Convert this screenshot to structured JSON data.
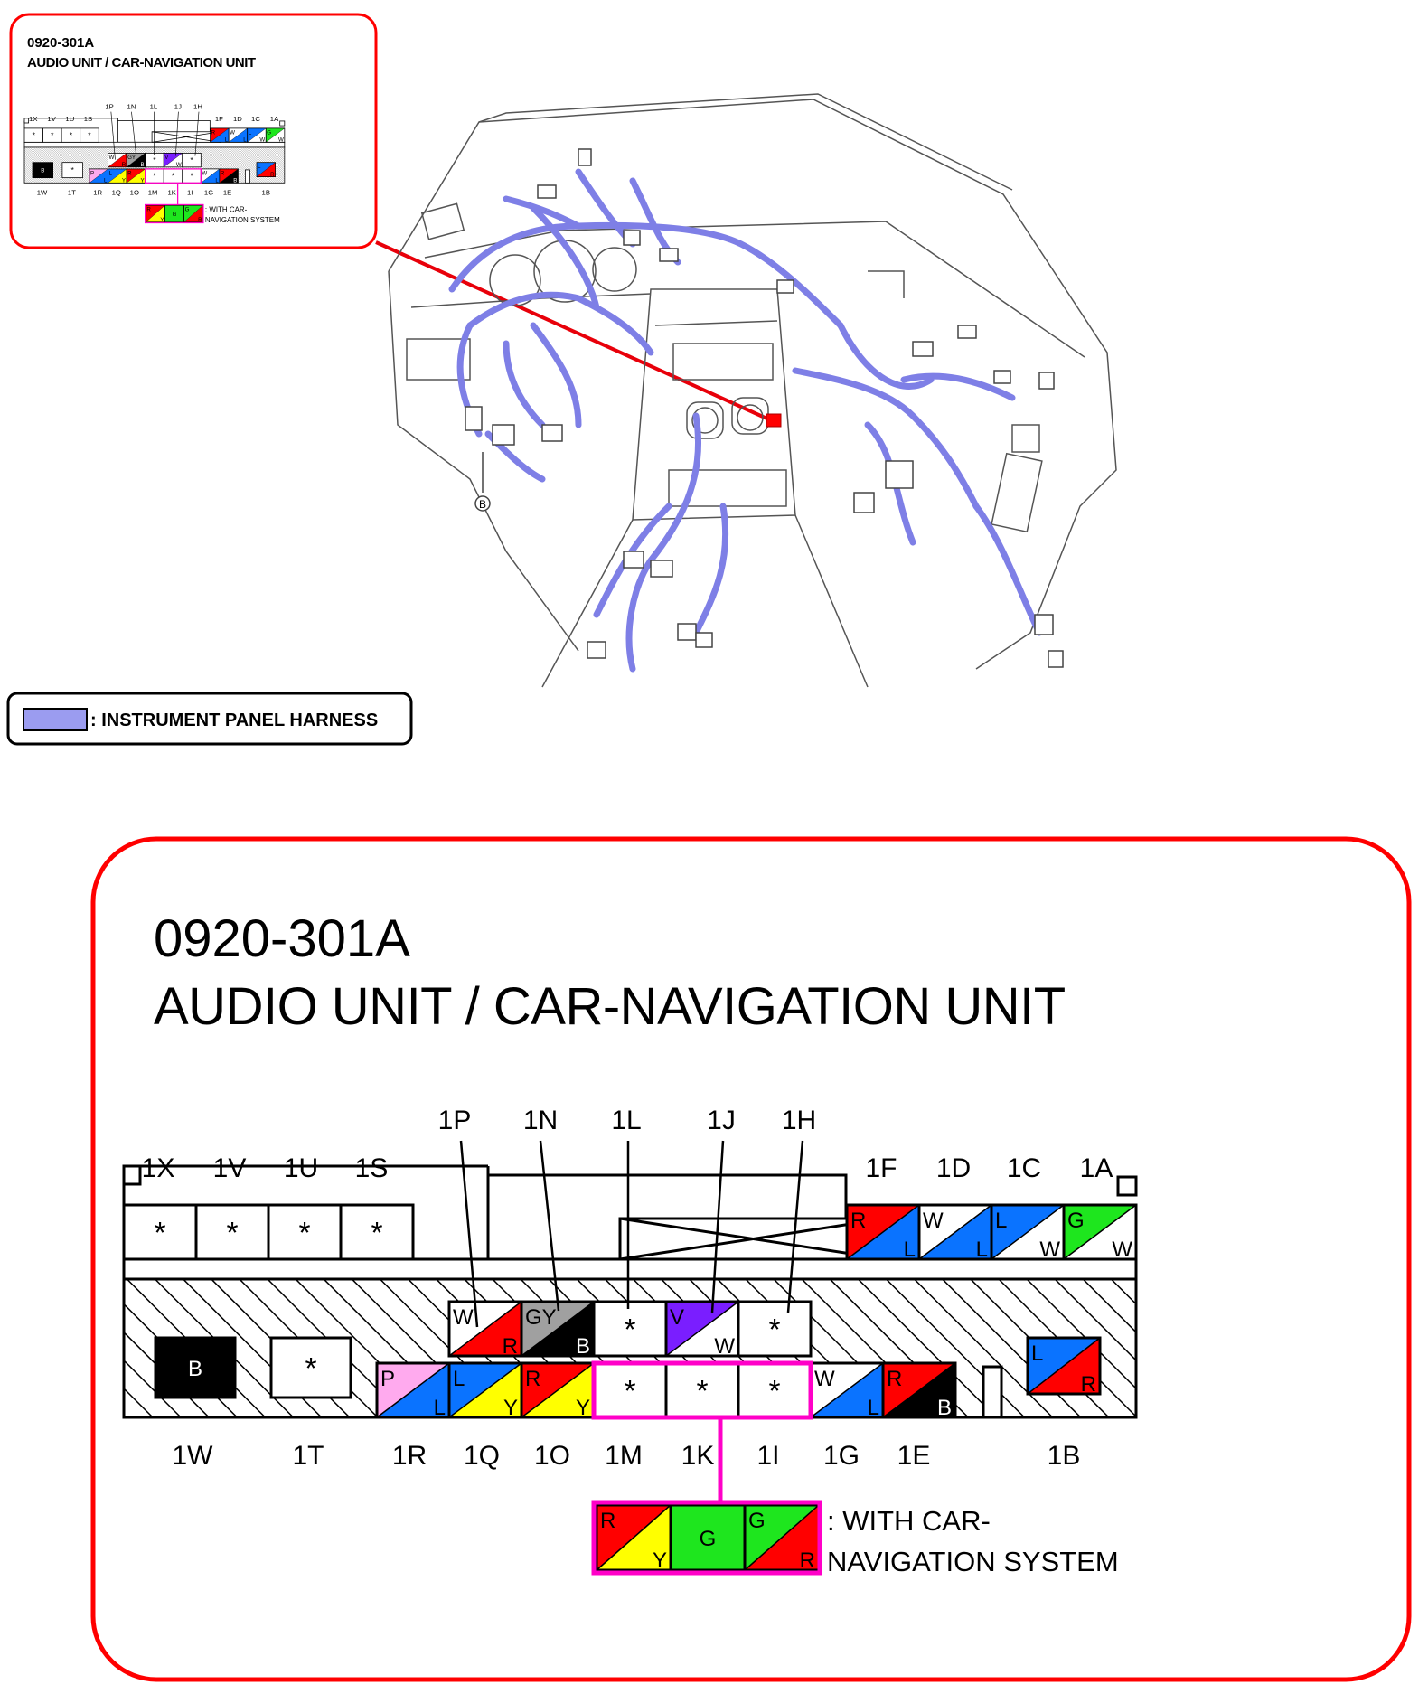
{
  "connector": {
    "code": "0920-301A",
    "title": "AUDIO UNIT / CAR-NAVIGATION UNIT"
  },
  "legend": {
    "label": ": INSTRUMENT PANEL HARNESS",
    "color": "#9b9cf0"
  },
  "ground_marker": "B",
  "variant_note": {
    "line1": ": WITH CAR-",
    "line2": "NAVIGATION SYSTEM",
    "line1_small": ": WITH CAR-",
    "line2_small": "NAVIGATION SYSTEM"
  },
  "colors": {
    "R": "#ff0000",
    "L": "#0a73ff",
    "W": "#ffffff",
    "G": "#1ee61e",
    "Y": "#ffff00",
    "B": "#000000",
    "P": "#ffaaee",
    "V": "#7a1eff",
    "GY": "#a0a0a0",
    "frame": "#ff0000",
    "magenta": "#ff00c8"
  },
  "top_labels": {
    "1X": "1X",
    "1V": "1V",
    "1U": "1U",
    "1S": "1S",
    "1P": "1P",
    "1N": "1N",
    "1L": "1L",
    "1J": "1J",
    "1H": "1H",
    "1F": "1F",
    "1D": "1D",
    "1C": "1C",
    "1A": "1A"
  },
  "bottom_labels": {
    "1W": "1W",
    "1T": "1T",
    "1R": "1R",
    "1Q": "1Q",
    "1O": "1O",
    "1M": "1M",
    "1K": "1K",
    "1I": "1I",
    "1G": "1G",
    "1E": "1E",
    "1B": "1B"
  },
  "terminals": {
    "1X": {
      "type": "empty",
      "text": "*"
    },
    "1V": {
      "type": "empty",
      "text": "*"
    },
    "1U": {
      "type": "empty",
      "text": "*"
    },
    "1S": {
      "type": "empty",
      "text": "*"
    },
    "1F": {
      "c1": "R",
      "c2": "L"
    },
    "1D": {
      "c1": "W",
      "c2": "L"
    },
    "1C": {
      "c1": "L",
      "c2": "W"
    },
    "1A": {
      "c1": "G",
      "c2": "W"
    },
    "1P": {
      "c1": "W",
      "c2": "R"
    },
    "1N": {
      "c1": "GY",
      "c2": "B"
    },
    "1L": {
      "type": "empty",
      "text": "*"
    },
    "1J": {
      "c1": "V",
      "c2": "W"
    },
    "1H": {
      "type": "empty",
      "text": "*"
    },
    "1W": {
      "type": "solid",
      "color": "B",
      "text": "B"
    },
    "1T": {
      "type": "empty",
      "text": "*"
    },
    "1R": {
      "c1": "P",
      "c2": "L"
    },
    "1Q": {
      "c1": "L",
      "c2": "Y"
    },
    "1O": {
      "c1": "R",
      "c2": "Y"
    },
    "1M": {
      "type": "empty",
      "text": "*"
    },
    "1K": {
      "type": "empty",
      "text": "*"
    },
    "1I": {
      "type": "empty",
      "text": "*"
    },
    "1G": {
      "c1": "W",
      "c2": "L"
    },
    "1E": {
      "c1": "R",
      "c2": "B"
    },
    "1B": {
      "c1": "L",
      "c2": "R"
    }
  },
  "nav_terminals": [
    {
      "c1": "R",
      "c2": "Y"
    },
    {
      "type": "solid",
      "color": "G",
      "text": "G"
    },
    {
      "c1": "G",
      "c2": "R"
    }
  ]
}
